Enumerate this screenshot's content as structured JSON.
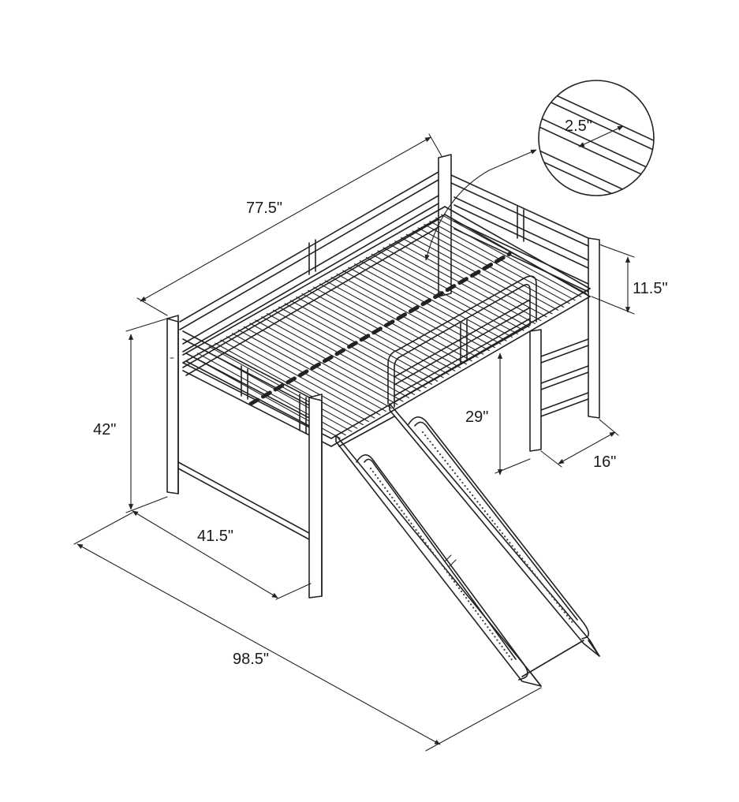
{
  "dimensions": {
    "length": "77.5\"",
    "rail_gap": "2.5\"",
    "rail_height": "11.5\"",
    "total_height": "42\"",
    "clearance_height": "29\"",
    "ladder_width": "16\"",
    "width": "41.5\"",
    "overall_length": "98.5\""
  },
  "colors": {
    "line": "#222222",
    "background": "#ffffff"
  }
}
